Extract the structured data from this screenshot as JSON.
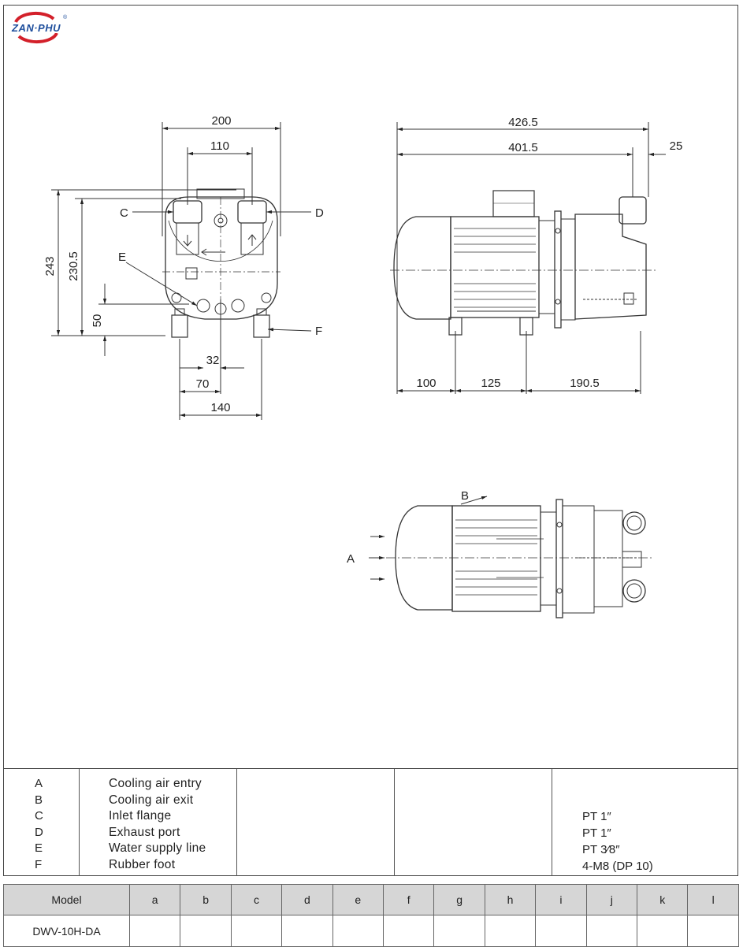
{
  "brand": {
    "logo_text": "ZAN PHU",
    "registered_mark": "®"
  },
  "front_view": {
    "dims": {
      "width_overall": "200",
      "inlet_spacing": "110",
      "height_overall": "243",
      "height_inlet": "230.5",
      "foot_height": "50",
      "offset_32": "32",
      "offset_70": "70",
      "foot_spacing": "140"
    },
    "callouts": {
      "c": "C",
      "d": "D",
      "e": "E",
      "f": "F"
    }
  },
  "side_view": {
    "dims": {
      "length_overall": "426.5",
      "length_body": "401.5",
      "flange_extra": "25",
      "seg_100": "100",
      "seg_125": "125",
      "seg_190_5": "190.5"
    }
  },
  "top_view": {
    "callouts": {
      "a": "A",
      "b": "B"
    }
  },
  "legend": {
    "rows": [
      {
        "letter": "A",
        "description": "Cooling air entry"
      },
      {
        "letter": "B",
        "description": "Cooling air exit"
      },
      {
        "letter": "C",
        "description": "Inlet flange"
      },
      {
        "letter": "D",
        "description": "Exhaust port"
      },
      {
        "letter": "E",
        "description": "Water supply line"
      },
      {
        "letter": "F",
        "description": "Rubber foot"
      }
    ],
    "specs": [
      {
        "text": "PT  1″"
      },
      {
        "text": "PT  1″"
      },
      {
        "text": "PT  3⁄8″"
      },
      {
        "text": "4-M8  (DP  10)"
      }
    ]
  },
  "model_table": {
    "header_label": "Model",
    "columns": [
      "a",
      "b",
      "c",
      "d",
      "e",
      "f",
      "g",
      "h",
      "i",
      "j",
      "k",
      "l"
    ],
    "rows": [
      {
        "model": "DWV-10H-DA",
        "values": [
          "",
          "",
          "",
          "",
          "",
          "",
          "",
          "",
          "",
          "",
          "",
          ""
        ]
      }
    ]
  },
  "colors": {
    "line": "#333333",
    "logo_red": "#d3202a",
    "logo_blue": "#1e4e9c",
    "header_bg": "#d6d6d6"
  }
}
